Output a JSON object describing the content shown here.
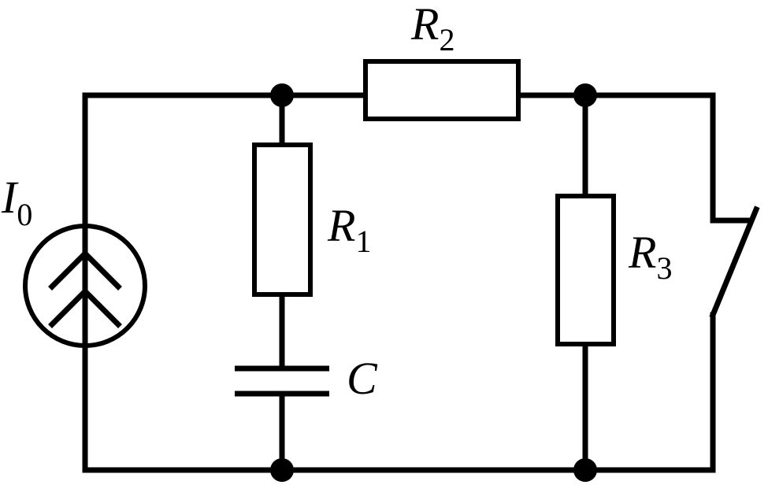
{
  "labels": {
    "source": {
      "main": "I",
      "sub": "0"
    },
    "r1": {
      "main": "R",
      "sub": "1"
    },
    "r2": {
      "main": "R",
      "sub": "2"
    },
    "r3": {
      "main": "R",
      "sub": "3"
    },
    "c": {
      "main": "C"
    }
  }
}
